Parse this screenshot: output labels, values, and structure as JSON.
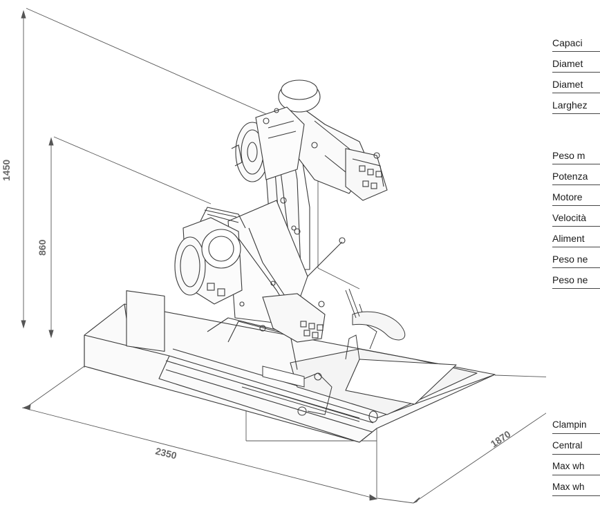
{
  "dimensions": {
    "height_total": "1450",
    "height_table": "860",
    "length": "2350",
    "width": "1870"
  },
  "specs_it": [
    "Capaci",
    "Diamet",
    "Diamet",
    "Larghez"
  ],
  "specs_it_2": [
    "Peso m",
    "Potenza",
    "Motore",
    "Velocità",
    "Aliment",
    "Peso ne",
    "Peso ne"
  ],
  "specs_en": [
    "Clampin",
    "Central",
    "Max wh",
    "Max wh"
  ],
  "colors": {
    "line": "#3a3a3a",
    "dimension": "#555555",
    "label": "#666666"
  }
}
